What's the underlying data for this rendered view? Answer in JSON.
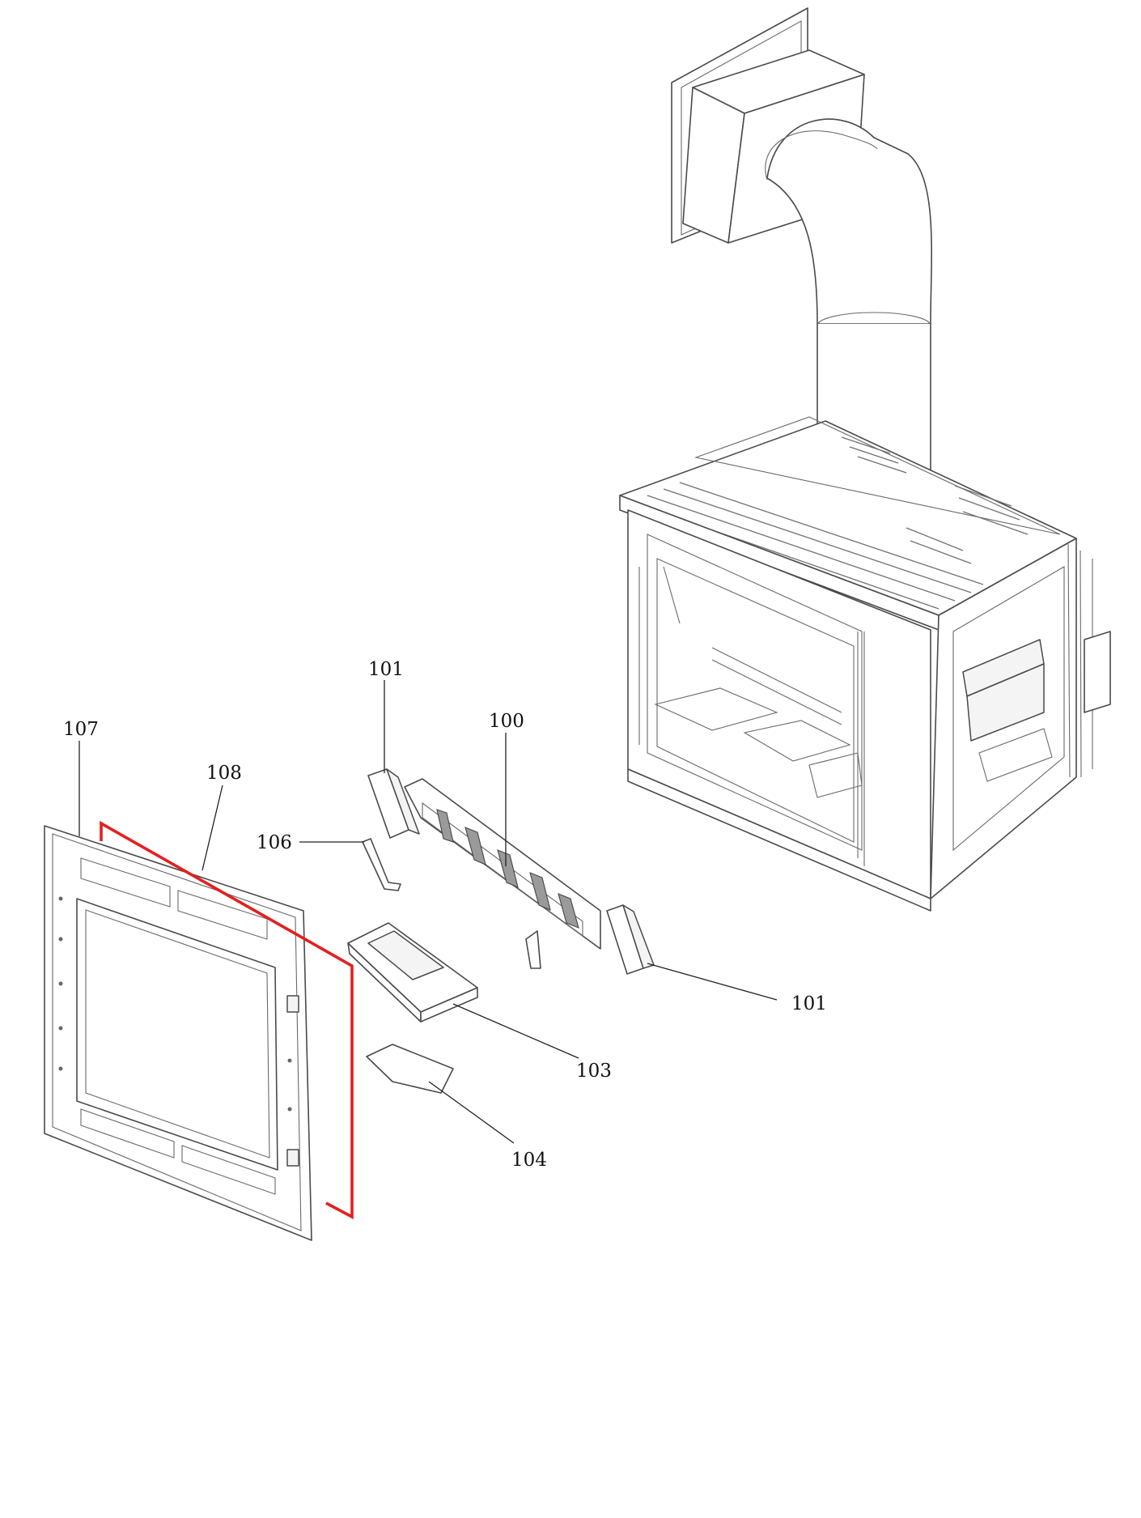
{
  "diagram": {
    "labels": {
      "p101_top": "101",
      "p100": "100",
      "p107": "107",
      "p108": "108",
      "p106": "106",
      "p101_bottom": "101",
      "p103": "103",
      "p104": "104"
    },
    "colors": {
      "highlight": "#e41f1f",
      "line": "#4a4a4a",
      "background": "#ffffff"
    }
  }
}
